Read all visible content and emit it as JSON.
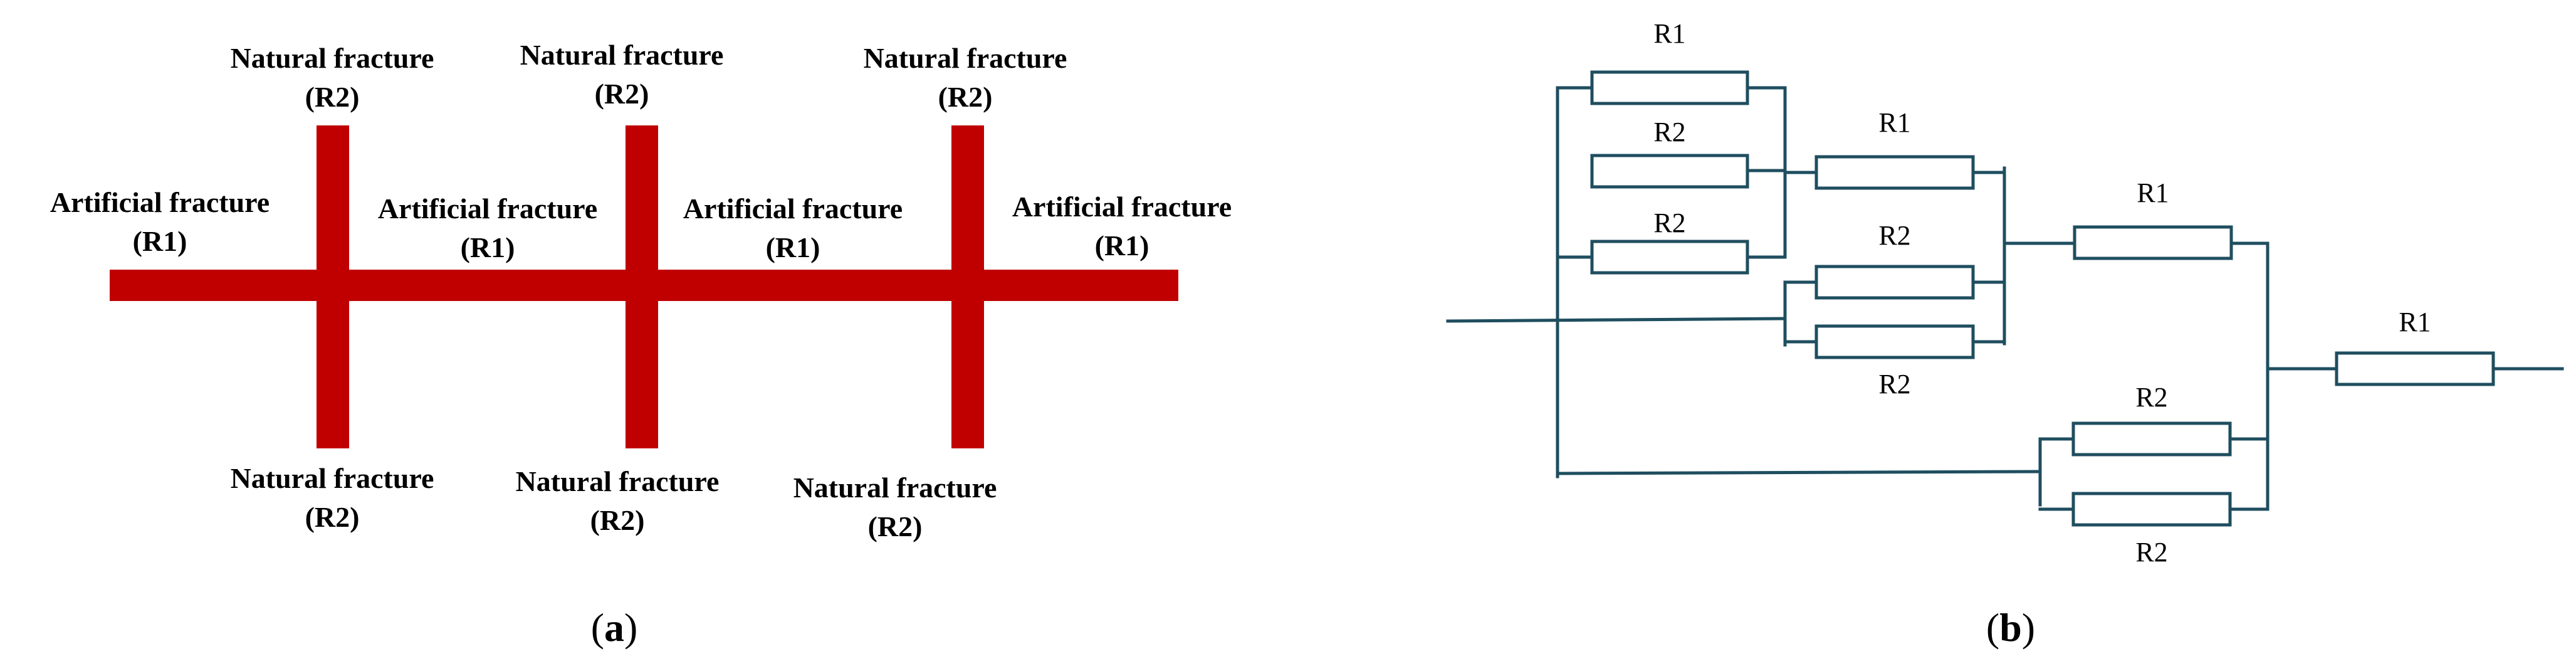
{
  "panel_a": {
    "caption_open": "(",
    "caption_letter": "a",
    "caption_close": ")",
    "fracture_color": "#c00000",
    "artificial": [
      {
        "name": "Artificial fracture",
        "code": "(R1)"
      },
      {
        "name": "Artificial fracture",
        "code": "(R1)"
      },
      {
        "name": "Artificial fracture",
        "code": "(R1)"
      },
      {
        "name": "Artificial fracture",
        "code": "(R1)"
      }
    ],
    "natural_top": [
      {
        "name": "Natural fracture",
        "code": "(R2)"
      },
      {
        "name": "Natural fracture",
        "code": "(R2)"
      },
      {
        "name": "Natural fracture",
        "code": "(R2)"
      }
    ],
    "natural_bottom": [
      {
        "name": "Natural fracture",
        "code": "(R2)"
      },
      {
        "name": "Natural fracture",
        "code": "(R2)"
      },
      {
        "name": "Natural fracture",
        "code": "(R2)"
      }
    ]
  },
  "panel_b": {
    "caption_open": "(",
    "caption_letter": "b",
    "caption_close": ")",
    "wire_color": "#1f4e5f",
    "resistors": [
      "R1",
      "R2",
      "R2",
      "R1",
      "R2",
      "R2",
      "R1",
      "R2",
      "R2",
      "R1"
    ]
  }
}
